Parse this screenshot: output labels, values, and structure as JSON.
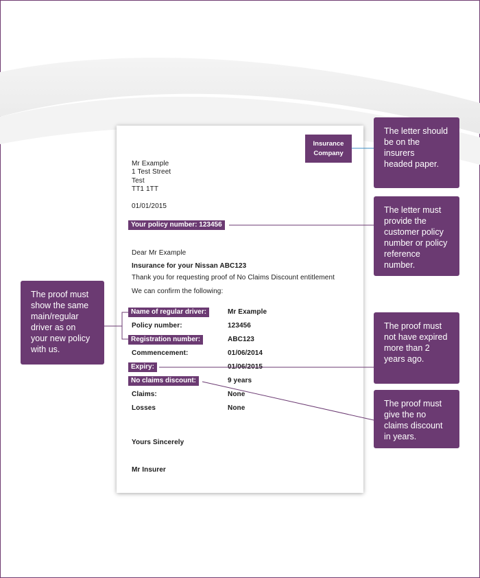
{
  "letter": {
    "logo": "Insurance\nCompany",
    "address": [
      "Mr Example",
      "1 Test Street",
      "Test",
      "TT1 1TT"
    ],
    "date": "01/01/2015",
    "policy_highlight": "Your policy number: 123456",
    "greeting": "Dear Mr Example",
    "subject": "Insurance for your Nissan ABC123",
    "intro": "Thank you for requesting proof of No Claims Discount entitlement",
    "confirm": "We can confirm the following:",
    "details": [
      {
        "label": "Name of regular driver:",
        "value": "Mr Example",
        "highlight": true
      },
      {
        "label": "Policy number:",
        "value": "123456",
        "highlight": false
      },
      {
        "label": "Registration number:",
        "value": "ABC123",
        "highlight": true
      },
      {
        "label": "Commencement:",
        "value": "01/06/2014",
        "highlight": false
      },
      {
        "label": "Expiry:",
        "value": "01/06/2015",
        "highlight": true
      },
      {
        "label": "No claims discount:",
        "value": "9 years",
        "highlight": true
      },
      {
        "label": "Claims:",
        "value": "None",
        "highlight": false
      },
      {
        "label": "Losses",
        "value": "None",
        "highlight": false
      }
    ],
    "signoff": "Yours Sincerely",
    "signature": "Mr Insurer"
  },
  "callouts": {
    "headed_paper": "The letter should\nbe on the insurers\nheaded paper.",
    "policy_number": "The letter must provide the customer policy number or policy reference number.",
    "same_driver": "The proof must show the same main/regular driver as on your new policy with us.",
    "expiry": "The proof must not have expired more than 2 years ago.",
    "ncd_years": "The proof must give the no claims discount in years."
  },
  "colors": {
    "accent": "#6b3a72",
    "connector_blue": "#3c8ec4"
  }
}
